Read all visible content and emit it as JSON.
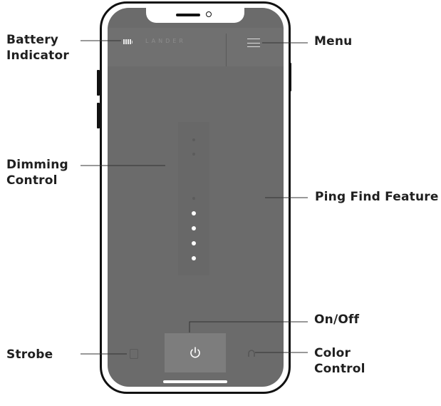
{
  "callouts": {
    "battery": [
      "Battery",
      "Indicator"
    ],
    "menu": "Menu",
    "dimming": [
      "Dimming",
      "Control"
    ],
    "ping": "Ping Find Feature",
    "onoff": "On/Off",
    "strobe": "Strobe",
    "color": [
      "Color",
      "Control"
    ]
  },
  "app": {
    "brand": "LANDER"
  },
  "dimmer": {
    "lit_dots": 4,
    "dim_dots": 3
  },
  "colors": {
    "screen": "#6b6b6b",
    "accent_light": "#ffffff",
    "frame": "#111111"
  },
  "icons": {
    "battery": "battery-icon",
    "menu": "hamburger-menu-icon",
    "power": "power-icon",
    "strobe": "strobe-icon",
    "color": "color-control-icon"
  }
}
